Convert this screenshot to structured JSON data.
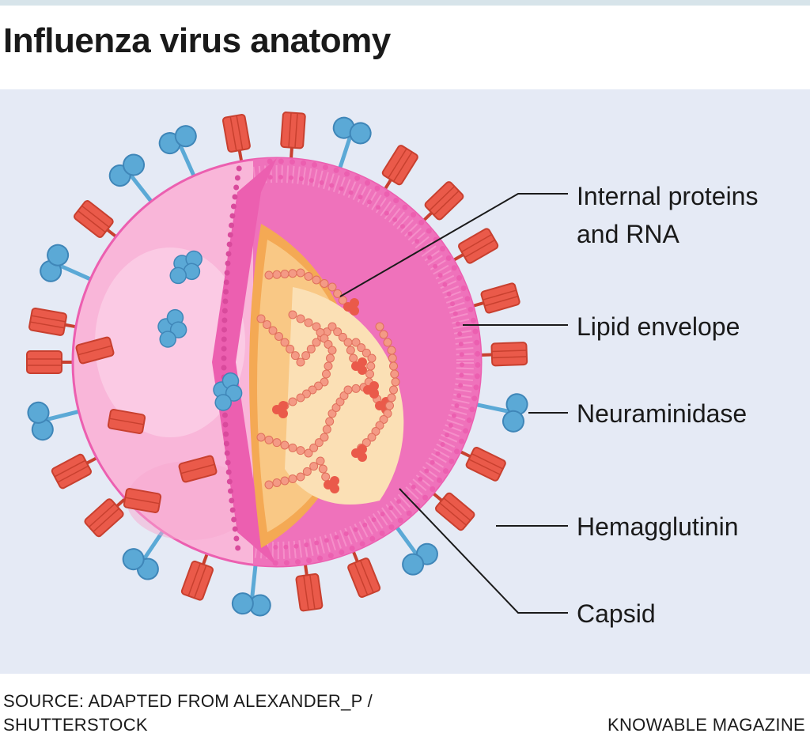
{
  "title": "Influenza virus anatomy",
  "labels": {
    "internal_line1": "Internal proteins",
    "internal_line2": "and RNA",
    "lipid": "Lipid envelope",
    "neuraminidase": "Neuraminidase",
    "hemagglutinin": "Hemagglutinin",
    "capsid": "Capsid"
  },
  "source": "SOURCE: ADAPTED FROM ALEXANDER_P / SHUTTERSTOCK",
  "credit": "KNOWABLE MAGAZINE",
  "colors": {
    "background": "#e5eaf5",
    "envelope": "#f9b6d9",
    "membrane": "#ec5fb0",
    "capsid": "#f4a954",
    "interior": "#fbdca6",
    "hemagglutinin": "#ea5a4a",
    "neuraminidase": "#5ba9d6",
    "rna": "#f49a85"
  }
}
